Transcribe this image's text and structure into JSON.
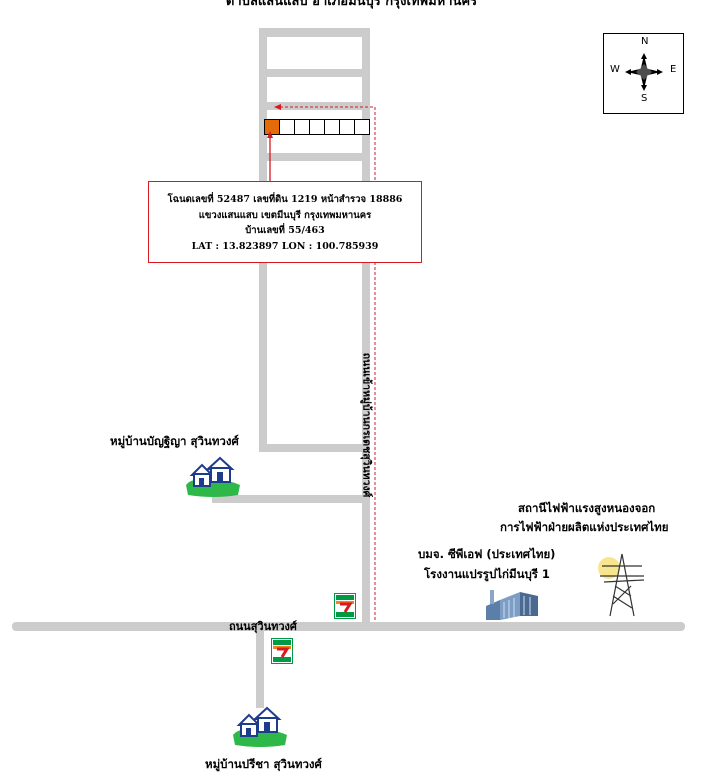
{
  "title": "ตำบลแสนแสบ อำเภอมีนบุรี กรุงเทพมหานคร",
  "compass": {
    "north": "N",
    "south": "S",
    "east": "E",
    "west": "W"
  },
  "info_box": {
    "line1": "โฉนดเลขที่ 52487 เลขที่ดิน 1219 หน้าสำรวจ 18886",
    "line2": "แขวงแสนแสบ เขตมีนบุรี กรุงเทพมหานคร",
    "line3": "บ้านเลขที่ 55/463",
    "line4": "LAT : 13.823897  LON : 100.785939"
  },
  "roads": {
    "vertical_label": "ถนนเข้าหมู่บ้านกรเดชสุวินทวงศ์",
    "main_label": "ถนนสุวินทวงศ์"
  },
  "places": {
    "village_north": "หมู่บ้านบัญฐิญา สุวินทวงศ์",
    "village_south": "หมู่บ้านปรีชา สุวินทวงศ์",
    "substation_line1": "สถานีไฟฟ้าแรงสูงหนองจอก",
    "substation_line2": "การไฟฟ้าฝ่ายผลิตแห่งประเทศไทย",
    "factory_line1": "บมจ. ซีพีเอฟ (ประเทศไทย)",
    "factory_line2": "โรงงานแปรรูปไก่มีนบุรี 1"
  },
  "colors": {
    "road": "#cccccc",
    "plot_highlight": "#e36c09",
    "marker_red": "#d71920",
    "seven_green": "#009a44",
    "seven_orange": "#f58220"
  },
  "icons": [
    "compass-rose-icon",
    "house-icon",
    "seven-eleven-icon",
    "factory-icon",
    "power-tower-icon",
    "sun-icon"
  ]
}
